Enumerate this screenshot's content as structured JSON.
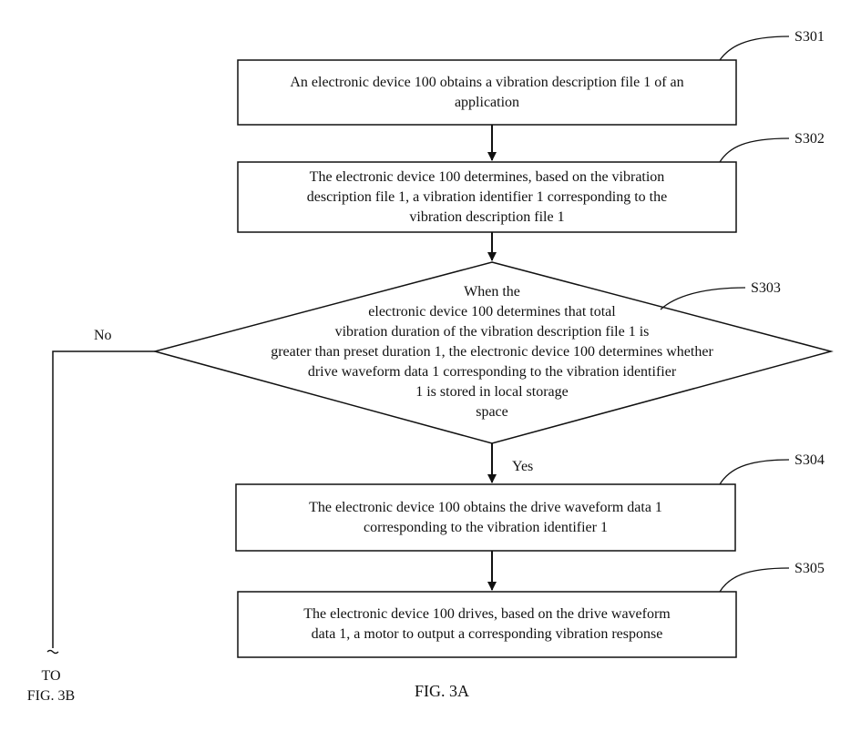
{
  "steps": [
    {
      "id": "S301",
      "lines": [
        "An electronic device 100 obtains a vibration description file 1 of an",
        "application"
      ]
    },
    {
      "id": "S302",
      "lines": [
        "The electronic device 100 determines, based on the vibration",
        "description file 1, a vibration identifier 1 corresponding to the",
        "vibration description file 1"
      ]
    },
    {
      "id": "S303",
      "lines": [
        "When the",
        "electronic device 100 determines that total",
        "vibration duration of the vibration description file 1 is",
        "greater than preset duration 1, the electronic device 100 determines whether",
        "drive waveform data 1 corresponding to the vibration identifier",
        "1 is stored in local storage",
        "space"
      ]
    },
    {
      "id": "S304",
      "lines": [
        "The electronic device 100 obtains the drive waveform data 1",
        "corresponding to the vibration identifier 1"
      ]
    },
    {
      "id": "S305",
      "lines": [
        "The electronic device 100 drives, based on the drive waveform",
        "data 1, a motor to output a corresponding vibration response"
      ]
    }
  ],
  "branches": {
    "no": "No",
    "yes": "Yes"
  },
  "offpage": {
    "line1": "TO",
    "line2": "FIG. 3B"
  },
  "caption": "FIG. 3A"
}
